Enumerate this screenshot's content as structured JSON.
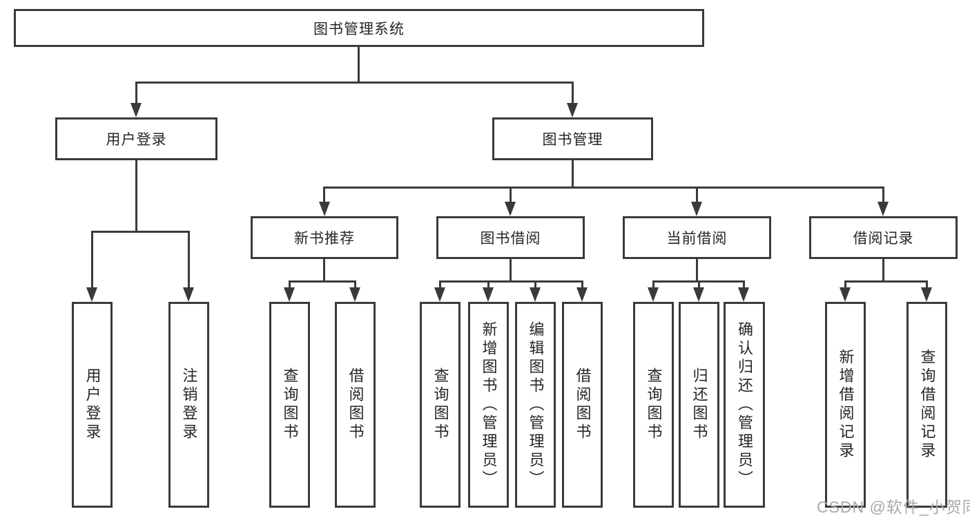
{
  "nodes": {
    "root": "图书管理系统",
    "l2": [
      "用户登录",
      "图书管理"
    ],
    "l3": [
      "新书推荐",
      "图书借阅",
      "当前借阅",
      "借阅记录"
    ],
    "leaves": {
      "login": [
        "用户登录",
        "注销登录"
      ],
      "newbook": [
        "查询图书",
        "借阅图书"
      ],
      "borrow": [
        "查询图书",
        "新增图书（管理员）",
        "编辑图书（管理员）",
        "借阅图书"
      ],
      "current": [
        "查询图书",
        "归还图书",
        "确认归还（管理员）"
      ],
      "records": [
        "新增借阅记录",
        "查询借阅记录"
      ]
    }
  },
  "watermark": {
    "text": "CSDN @软件_小贺同学"
  },
  "colors": {
    "line": "#3a3a3a",
    "text": "#262626",
    "watermark": "#a9a9a9",
    "background": "#ffffff"
  }
}
